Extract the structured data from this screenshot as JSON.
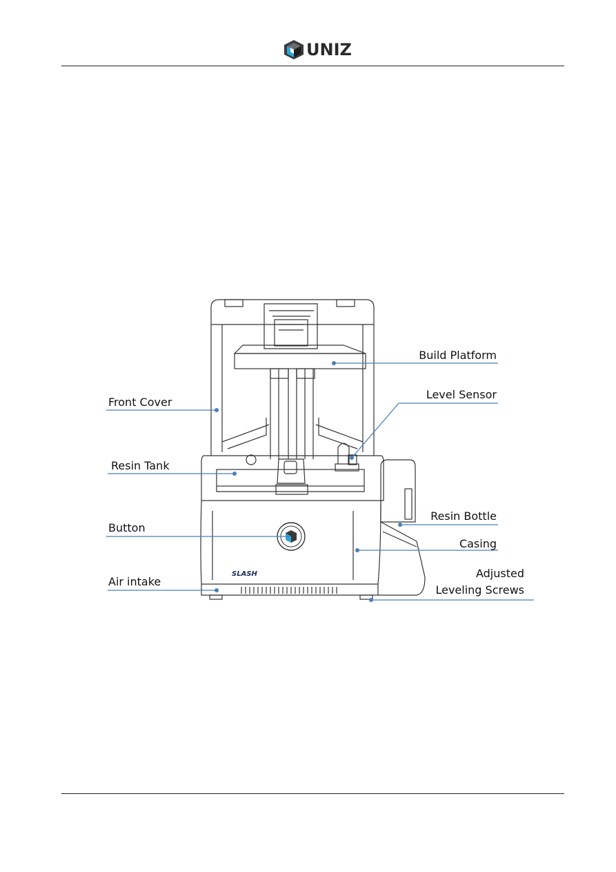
{
  "header": {
    "brand": "UNIZ",
    "logo_icon": "uniz-cube-logo"
  },
  "diagram": {
    "labels": {
      "build_platform": "Build Platform",
      "front_cover": "Front Cover",
      "level_sensor": "Level Sensor",
      "resin_tank": "Resin Tank",
      "button": "Button",
      "resin_bottle": "Resin Bottle",
      "casing": "Casing",
      "air_intake": "Air intake",
      "adjusted_line1": "Adjusted",
      "adjusted_line2": "Leveling Screws",
      "device_mark": "SLASH"
    },
    "colors": {
      "callout": "#4a7ebb",
      "line": "#333333"
    }
  }
}
